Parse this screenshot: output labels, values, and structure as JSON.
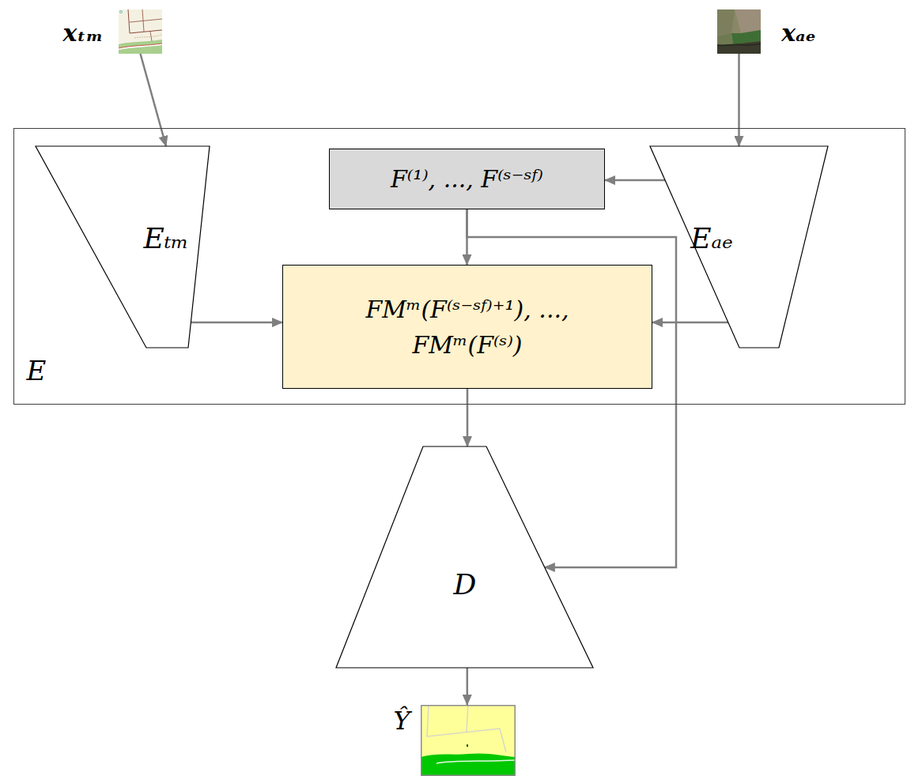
{
  "diagram": {
    "nodes": [
      {
        "text": [
          "xₜₘ"
        ]
      },
      {
        "text": [
          "xₐₑ"
        ]
      },
      {
        "text": [
          "E"
        ]
      },
      {
        "text": [
          "Eₜₘ"
        ],
        "in": 2
      },
      {
        "text": [
          "F⁽¹⁾, ..., F⁽ˢ⁻ˢᶠ⁾"
        ],
        "in": 2
      },
      {
        "text": [
          "Eₐₑ"
        ],
        "in": 2
      },
      {
        "text": [
          "FMᵐ(F⁽ˢ⁻ˢᶠ⁾⁺¹), ..., FMᵐ(F⁽ˢ⁾)"
        ],
        "in": 2
      },
      {
        "text": [
          "D"
        ]
      },
      {
        "text": [
          "Ŷ"
        ]
      }
    ],
    "edges": [
      {
        "from": 0,
        "to": 3,
        "arrow": "to"
      },
      {
        "from": 1,
        "to": 5,
        "arrow": "to"
      },
      {
        "from": 5,
        "to": 4,
        "arrow": "to"
      },
      {
        "from": 3,
        "to": 6,
        "arrow": "to"
      },
      {
        "from": 5,
        "to": 6,
        "arrow": "to"
      },
      {
        "from": 4,
        "to": 6,
        "arrow": "to"
      },
      {
        "from": 4,
        "to": 7,
        "arrow": "to"
      },
      {
        "from": 6,
        "to": 7,
        "arrow": "to"
      },
      {
        "from": 7,
        "to": 8,
        "arrow": "to"
      }
    ]
  }
}
